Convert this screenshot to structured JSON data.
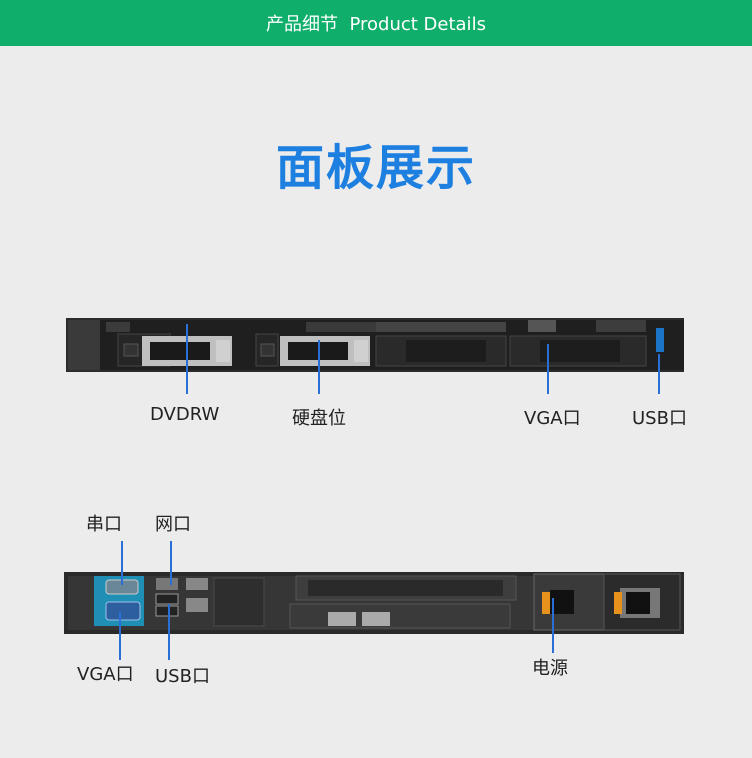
{
  "header": {
    "title": "产品细节  Product Details"
  },
  "section": {
    "title": "面板展示"
  },
  "front_labels": {
    "dvdrw": "DVDRW",
    "drive_bays": "硬盘位",
    "vga": "VGA口",
    "usb": "USB口"
  },
  "rear_labels": {
    "serial": "串口",
    "network": "网口",
    "vga": "VGA口",
    "usb": "USB口",
    "power": "电源"
  },
  "colors": {
    "header_bg": "#0fae6b",
    "title": "#1d7fe0",
    "leader_line": "#2a6fd6"
  }
}
